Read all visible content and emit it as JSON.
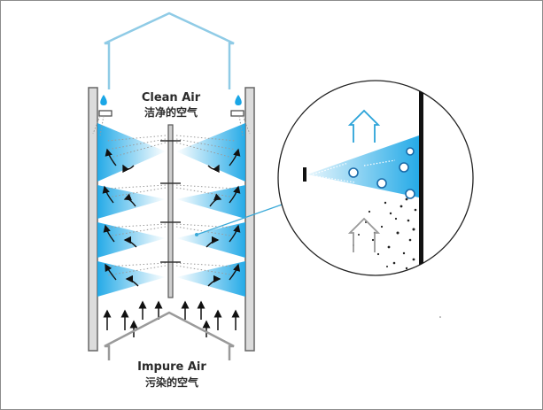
{
  "diagram": {
    "top_label": "Clean Air",
    "top_label_zh": "洁净的空气",
    "bottom_label": "Impure Air",
    "bottom_label_zh": "污染的空气",
    "colors": {
      "water": "#1aa6e6",
      "wall": "#dcdcdc",
      "house": "#8fcbe6",
      "impure_house": "#9a9a9a",
      "pole": "#555555",
      "zoom_line": "#3aa9d8"
    },
    "icons": [
      "water-drop-icon",
      "spray-nozzle-icon",
      "house-outline-icon",
      "airflow-arrow-icon"
    ]
  }
}
